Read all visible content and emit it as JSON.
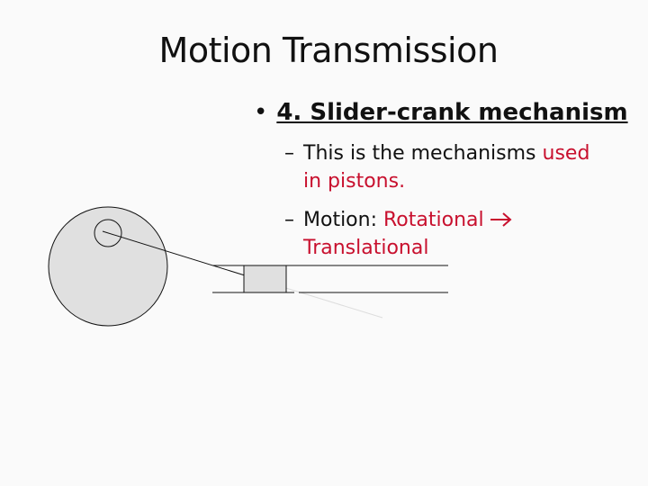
{
  "slide": {
    "title": "Motion Transmission",
    "bullet": {
      "marker": "•",
      "text": "4. Slider-crank mechanism"
    },
    "sub_bullets": [
      {
        "marker": "–",
        "plain": "This is the mechanisms ",
        "highlight1": "used",
        "highlight2": "in pistons."
      },
      {
        "marker": "–",
        "plain": "Motion: ",
        "highlight1": "Rotational",
        "highlight2": "Translational"
      }
    ]
  },
  "diagram": {
    "components": [
      "crank-wheel",
      "crank-pin",
      "connecting-rod",
      "slider-block",
      "guide-rails"
    ]
  },
  "colors": {
    "accent_red": "#c8102e",
    "fill_gray": "#e0e0e0",
    "stroke": "#111111"
  }
}
